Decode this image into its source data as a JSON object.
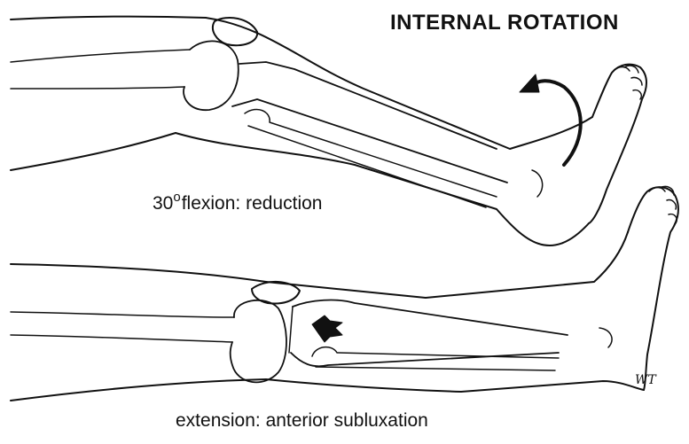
{
  "title": "INTERNAL ROTATION",
  "caption_top": {
    "number": "30",
    "degree_symbol": "o",
    "text": "flexion: reduction"
  },
  "caption_bottom": "extension: anterior subluxation",
  "signature": "WT"
}
